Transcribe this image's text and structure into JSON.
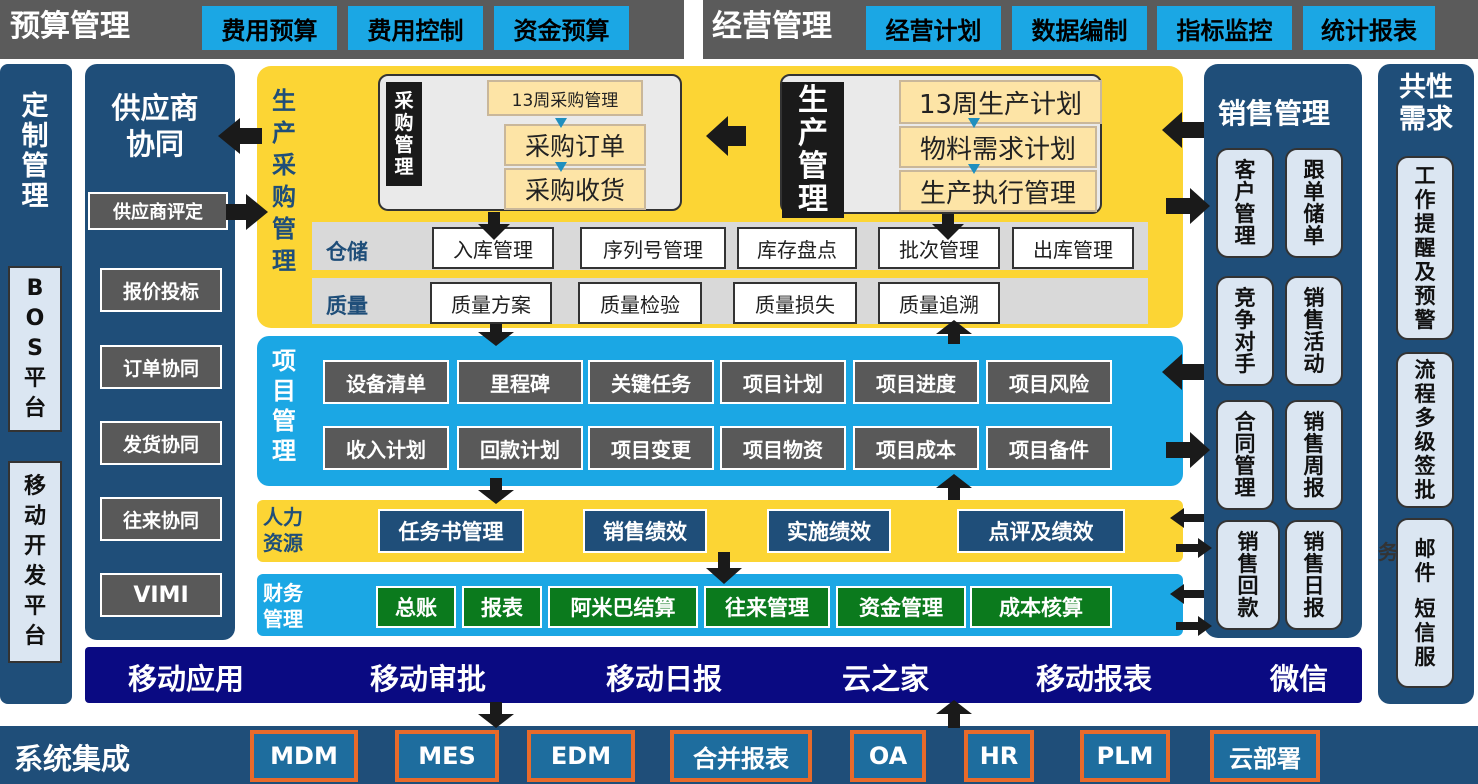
{
  "top_left": {
    "title": "预算管理",
    "items": [
      "费用预算",
      "费用控制",
      "资金预算"
    ]
  },
  "top_right": {
    "title": "经营管理",
    "items": [
      "经营计划",
      "数据编制",
      "指标监控",
      "统计报表"
    ]
  },
  "custom": {
    "title": [
      "定",
      "制",
      "管",
      "理"
    ],
    "bos": [
      "B",
      "O",
      "S",
      "平",
      "台"
    ],
    "mobile_dev": [
      "移",
      "动",
      "开",
      "发",
      "平",
      "台"
    ]
  },
  "supplier": {
    "title": [
      "供应商",
      "协同"
    ],
    "items": [
      "供应商评定",
      "报价投标",
      "订单协同",
      "发货协同",
      "往来协同",
      "VIMI"
    ]
  },
  "production": {
    "side_label": [
      "生",
      "产",
      "采",
      "购",
      "管",
      "理"
    ],
    "purchase_title": [
      "采",
      "购",
      "管",
      "理"
    ],
    "purchase_items": [
      "13周采购管理",
      "采购订单",
      "采购收货"
    ],
    "prod_title": [
      "生",
      "产",
      "管",
      "理"
    ],
    "prod_items": [
      "13周生产计划",
      "物料需求计划",
      "生产执行管理"
    ]
  },
  "warehouse": {
    "label": "仓储",
    "items": [
      "入库管理",
      "序列号管理",
      "库存盘点",
      "批次管理",
      "出库管理"
    ]
  },
  "quality": {
    "label": "质量",
    "items": [
      "质量方案",
      "质量检验",
      "质量损失",
      "质量追溯"
    ]
  },
  "project": {
    "label": [
      "项",
      "目",
      "管",
      "理"
    ],
    "row1": [
      "设备清单",
      "里程碑",
      "关键任务",
      "项目计划",
      "项目进度",
      "项目风险"
    ],
    "row2": [
      "收入计划",
      "回款计划",
      "项目变更",
      "项目物资",
      "项目成本",
      "项目备件"
    ]
  },
  "hr": {
    "label": [
      "人力",
      "资源"
    ],
    "items": [
      "任务书管理",
      "销售绩效",
      "实施绩效",
      "点评及绩效"
    ]
  },
  "finance": {
    "label": [
      "财务",
      "管理"
    ],
    "items": [
      "总账",
      "报表",
      "阿米巴结算",
      "往来管理",
      "资金管理",
      "成本核算"
    ]
  },
  "sales": {
    "title": "销售管理",
    "items": [
      [
        "客",
        "户",
        "管",
        "理"
      ],
      [
        "跟",
        "单",
        "储",
        "单"
      ],
      [
        "竞",
        "争",
        "对",
        "手"
      ],
      [
        "销",
        "售",
        "活",
        "动"
      ],
      [
        "合",
        "同",
        "管",
        "理"
      ],
      [
        "销",
        "售",
        "周",
        "报"
      ],
      [
        "销",
        "售",
        "回",
        "款"
      ],
      [
        "销",
        "售",
        "日",
        "报"
      ]
    ]
  },
  "common": {
    "title": [
      "共性",
      "需求"
    ],
    "items": [
      [
        "工",
        "作",
        "提",
        "醒",
        "及",
        "预",
        "警"
      ],
      [
        "流",
        "程",
        "多",
        "级",
        "签",
        "批"
      ],
      [
        "邮",
        "件",
        "短",
        "信",
        "服"
      ]
    ],
    "overflow": "务"
  },
  "mobile_bar": [
    "移动应用",
    "移动审批",
    "移动日报",
    "云之家",
    "移动报表",
    "微信"
  ],
  "integration": {
    "title": "系统集成",
    "items": [
      "MDM",
      "MES",
      "EDM",
      "合并报表",
      "OA",
      "HR",
      "PLM",
      "云部署"
    ]
  },
  "colors": {
    "dark_blue": "#1f4e79",
    "mid_blue": "#1ba7e4",
    "yellow": "#fcd534",
    "gray": "#5b5b5b",
    "navy": "#0a0a82",
    "orange": "#e86a2a"
  }
}
